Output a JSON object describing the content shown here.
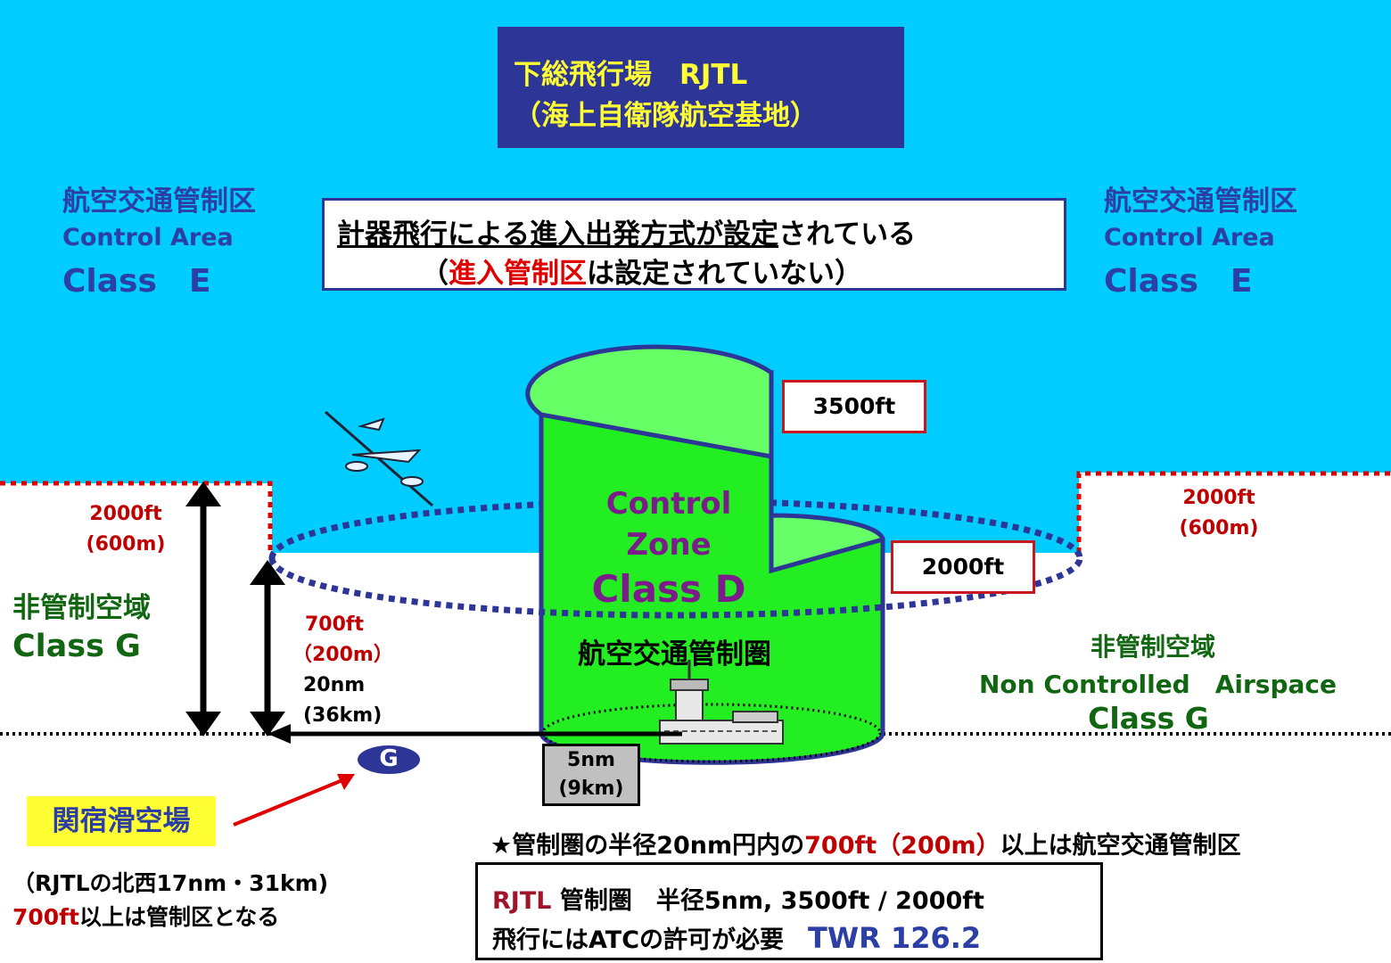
{
  "title": {
    "line1": "下総飛行場　RJTL",
    "line2": "（海上自衛隊航空基地）"
  },
  "control_area_left": {
    "ja": "航空交通管制区",
    "en": "Control Area",
    "cls": "Class　E"
  },
  "control_area_right": {
    "ja": "航空交通管制区",
    "en": "Control Area",
    "cls": "Class　E"
  },
  "info": {
    "line1_underlined": "計器飛行による進入出発方式が設定",
    "line1_rest": "されている",
    "line2_open": "（",
    "line2_red": "進入管制区",
    "line2_rest": "は設定されていない）"
  },
  "alt_3500": "3500ft",
  "alt_2000": "2000ft",
  "control_zone": {
    "line1": "Control",
    "line2": "Zone",
    "cls": "Class D",
    "ja": "航空交通管制圏"
  },
  "left_2000": {
    "ft": "2000ft",
    "m": "(600m)"
  },
  "right_2000": {
    "ft": "2000ft",
    "m": "(600m)"
  },
  "left_700": {
    "ft": "700ft",
    "m": "（200m）"
  },
  "radius_20nm": {
    "nm": "20nm",
    "km": "(36km)"
  },
  "radius_5nm": {
    "nm": "5nm",
    "km": "(9km)"
  },
  "uncontrolled_left": {
    "ja": "非管制空域",
    "cls": "Class G"
  },
  "uncontrolled_right": {
    "ja": "非管制空域",
    "en": "Non Controlled　Airspace",
    "cls": "Class G"
  },
  "g_marker": "G",
  "sekiyado": "関宿滑空場",
  "rjtl_note": {
    "line1": "（RJTLの北西17nm・31km)",
    "line2_red": "700ft",
    "line2_rest": "以上は管制区となる"
  },
  "star_note": {
    "pre": "★管制圏の半径20nm円内の",
    "red": "700ft（200m）",
    "post": "以上は航空交通管制区"
  },
  "bottom": {
    "rjtl": "RJTL",
    "line1_rest": " 管制圏　半径5nm, 3500ft / 2000ft",
    "line2": "飛行にはATCの許可が必要",
    "twr": "TWR 126.2"
  },
  "colors": {
    "sky": "#00ccff",
    "zone_green": "#22ee22",
    "zone_top": "#66ff66",
    "outline_blue": "#2d3596",
    "red_dots": "#e00000",
    "title_bg": "#2d3596",
    "title_text": "#ffff33"
  }
}
